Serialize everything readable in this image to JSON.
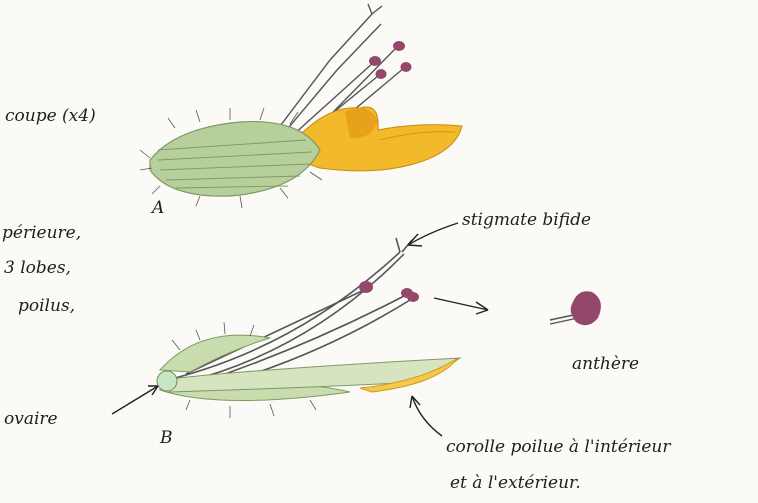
{
  "labels": {
    "coupe": "coupe (x4)",
    "left_line_1": "périeure,",
    "left_line_2": "3 lobes,",
    "left_line_3": "poilus,",
    "fig_a": "A",
    "fig_b": "B",
    "stigmate": "stigmate bifide",
    "anthere": "anthère",
    "ovaire": "ovaire",
    "corolle_1": "corolle poilue à l'intérieur",
    "corolle_2": "et à l'extérieur."
  },
  "colors": {
    "calyx_green": "#b7cf9a",
    "calyx_dark": "#7e9a63",
    "corolla_yellow": "#f2b92b",
    "corolla_orange": "#e39b18",
    "anther_purple": "#93476b",
    "ink": "#222222",
    "ovary_green": "#c9e6c2"
  }
}
